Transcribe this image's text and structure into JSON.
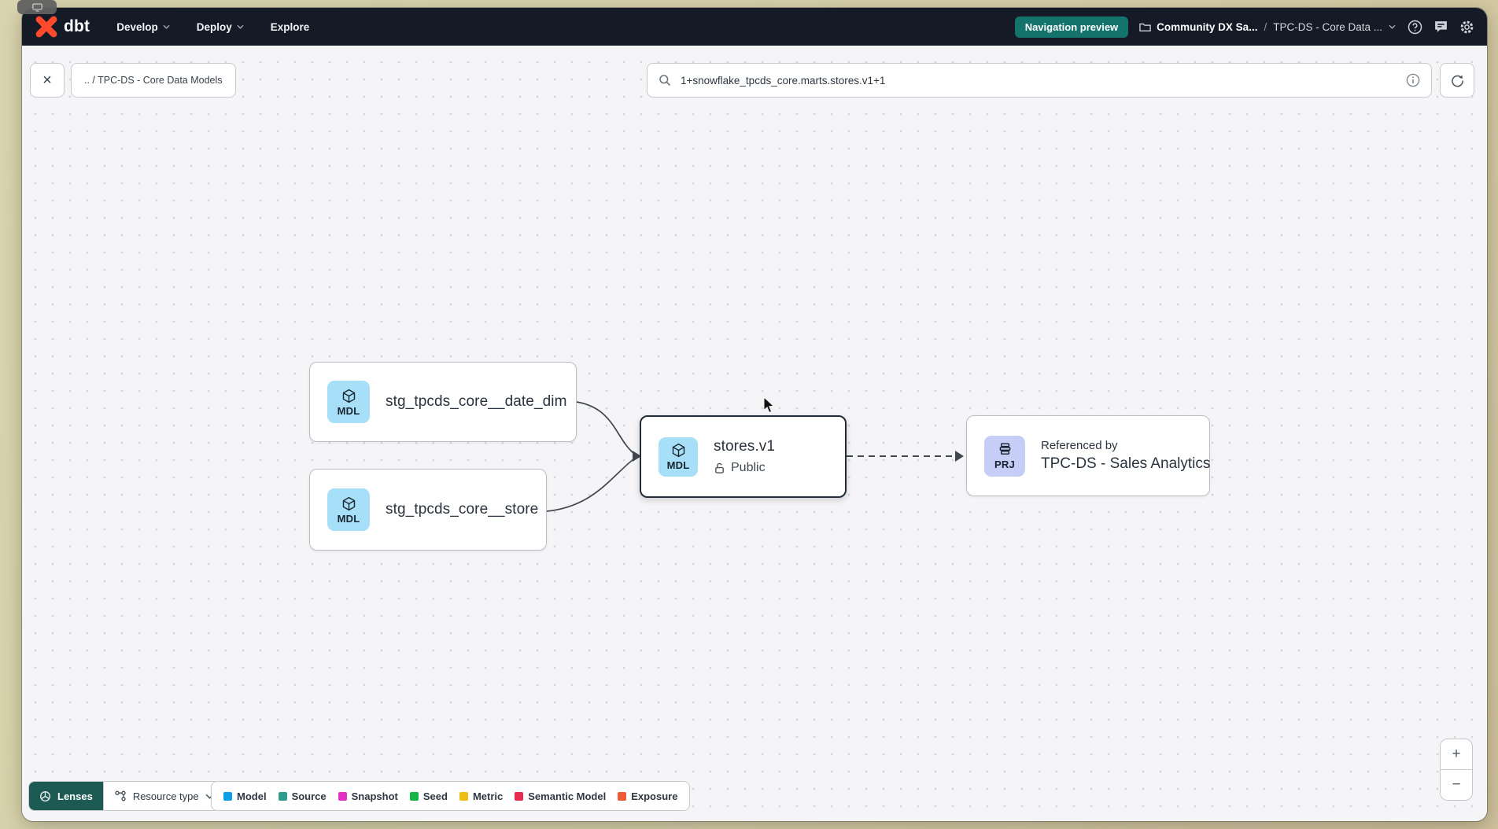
{
  "topnav": {
    "logo_text": "dbt",
    "menus": [
      {
        "label": "Develop"
      },
      {
        "label": "Deploy"
      },
      {
        "label": "Explore"
      }
    ],
    "preview_badge": "Navigation preview",
    "breadcrumb": {
      "project": "Community DX Sa...",
      "separator": "/",
      "page": "TPC-DS - Core Data ..."
    }
  },
  "toolbar": {
    "close_label": "×",
    "context_chip": ".. / TPC-DS - Core Data Models",
    "search_value": "1+snowflake_tpcds_core.marts.stores.v1+1"
  },
  "graph": {
    "nodes": [
      {
        "badge": "MDL",
        "label": "stg_tpcds_core__date_dim"
      },
      {
        "badge": "MDL",
        "label": "stg_tpcds_core__store"
      },
      {
        "badge": "MDL",
        "label": "stores.v1",
        "access": "Public"
      },
      {
        "badge": "PRJ",
        "title": "Referenced by",
        "label": "TPC-DS - Sales Analytics"
      }
    ]
  },
  "footer": {
    "lenses_label": "Lenses",
    "resource_type_label": "Resource type",
    "legend": [
      {
        "label": "Model",
        "color": "#0d9fe6"
      },
      {
        "label": "Source",
        "color": "#2f9d8e"
      },
      {
        "label": "Snapshot",
        "color": "#e231c6"
      },
      {
        "label": "Seed",
        "color": "#16b546"
      },
      {
        "label": "Metric",
        "color": "#eebe14"
      },
      {
        "label": "Semantic Model",
        "color": "#e62b4e"
      },
      {
        "label": "Exposure",
        "color": "#ed5b36"
      }
    ]
  },
  "zoom_controls": {
    "zoom_in": "+",
    "zoom_out": "−"
  },
  "colors": {
    "brand_orange": "#ff4a2e",
    "nav_background": "#141b26",
    "preview_badge_teal": "#15736e",
    "model_badge_blue": "#a6dff7",
    "project_badge_purple": "#c6cdf6",
    "lenses_button_teal": "#1d5a53"
  }
}
